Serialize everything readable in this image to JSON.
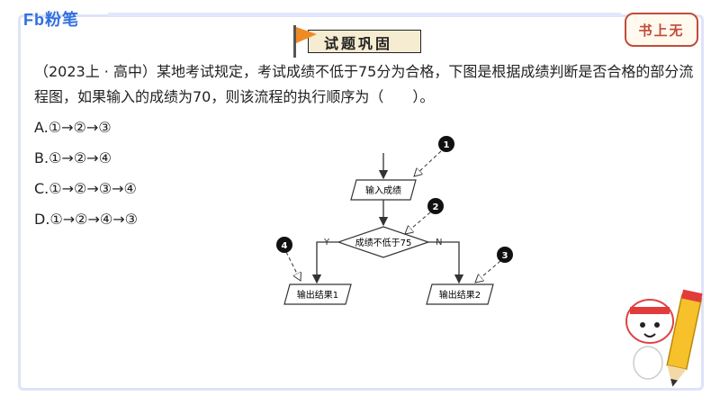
{
  "brand": "Fb粉笔",
  "title": "试题巩固",
  "stamp": "书上无",
  "question": "（2023上 · 高中）某地考试规定，考试成绩不低于75分为合格，下图是根据成绩判断是否合格的部分流程图，如果输入的成绩为70，则该流程的执行顺序为（　　）。",
  "options": [
    {
      "label": "A.①→②→③"
    },
    {
      "label": "B.①→②→④"
    },
    {
      "label": "C.①→②→③→④"
    },
    {
      "label": "D.①→②→④→③"
    }
  ],
  "flowchart": {
    "input": "输入成绩",
    "decision": "成绩不低于75",
    "yes": "Y",
    "no": "N",
    "output1": "输出结果1",
    "output2": "输出结果2",
    "markers": [
      "1",
      "2",
      "3",
      "4"
    ]
  },
  "colors": {
    "accent": "#2f6fe0",
    "flag": "#f08a24",
    "stamp": "#c24b3a",
    "frame": "#dfe3f8"
  }
}
